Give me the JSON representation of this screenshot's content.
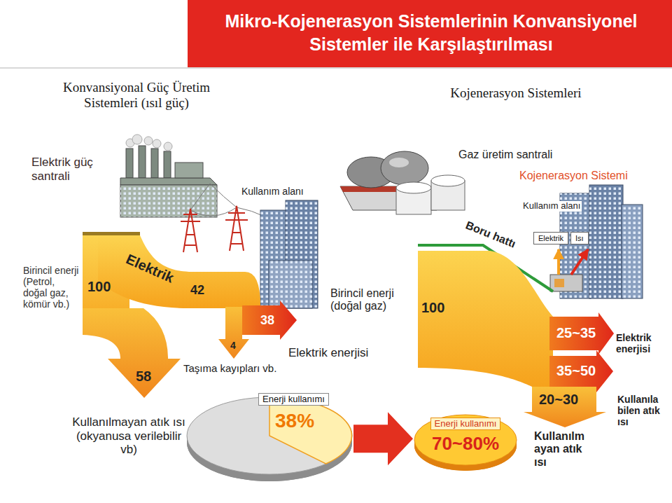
{
  "diagram": {
    "title": "Mikro-Kojenerasyon Sistemlerinin Konvansiyonel Sistemler ile Karşılaştırılması",
    "nodes": [
      {
        "text": [
          "Elektrik"
        ]
      },
      {
        "text": [
          "Isı"
        ]
      },
      {
        "text": [
          "Enerji kullanımı",
          "38%"
        ]
      },
      {
        "text": [
          "Enerji kullanımı",
          "70~80%"
        ]
      }
    ],
    "edges": [
      {
        "from": 2,
        "to": 3,
        "arrow": "to"
      }
    ],
    "labels": [
      "Konvansiyonal Güç Üretim Sistemleri (ısıl güç)",
      "Kojenerasyon Sistemleri",
      "Elektrik güç santrali",
      "Kullanım alanı",
      "Gaz üretim santrali",
      "Kojenerasyon Sistemi",
      "Kullanım alanı",
      "Boru hattı",
      "Birincil enerji (Petrol, doğal gaz, kömür vb.)",
      "100",
      "Elektrik",
      "42",
      "38",
      "4",
      "58",
      "Taşıma kayıpları vb.",
      "Elektrik enerjisi",
      "Birincil enerji (doğal gaz)",
      "100",
      "25~35",
      "35~50",
      "20~30",
      "Elektrik enerjisi",
      "Kullanılabilen atık ısı",
      "Kullanılmayan atık ısı (okyanusa verilebilir vb)",
      "Kullanılmayan atık ısı"
    ]
  }
}
